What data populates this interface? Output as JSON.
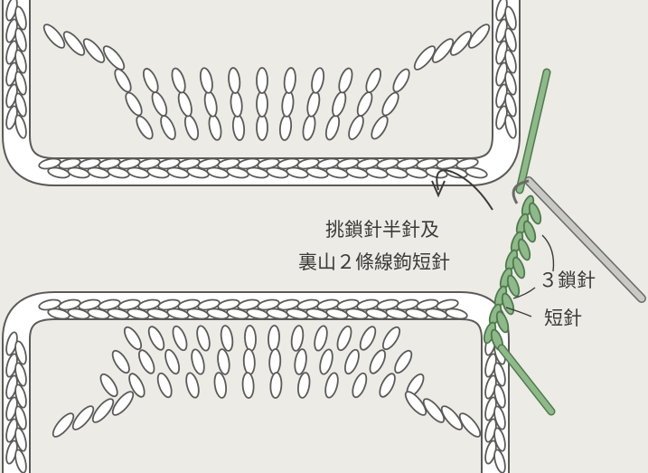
{
  "annotations": {
    "instruction_line1": "挑鎖針半針及",
    "instruction_line2": "裏山２條線鉤短針",
    "chain_label": "３鎖針",
    "single_crochet_label": "短針"
  },
  "colors": {
    "background": "#ecebe6",
    "outline": "#5a5a58",
    "stitch_fill": "#ffffff",
    "yarn_green": "#8fb98a",
    "yarn_green_dark": "#4e7a4c",
    "hook": "#c9c9c5"
  }
}
